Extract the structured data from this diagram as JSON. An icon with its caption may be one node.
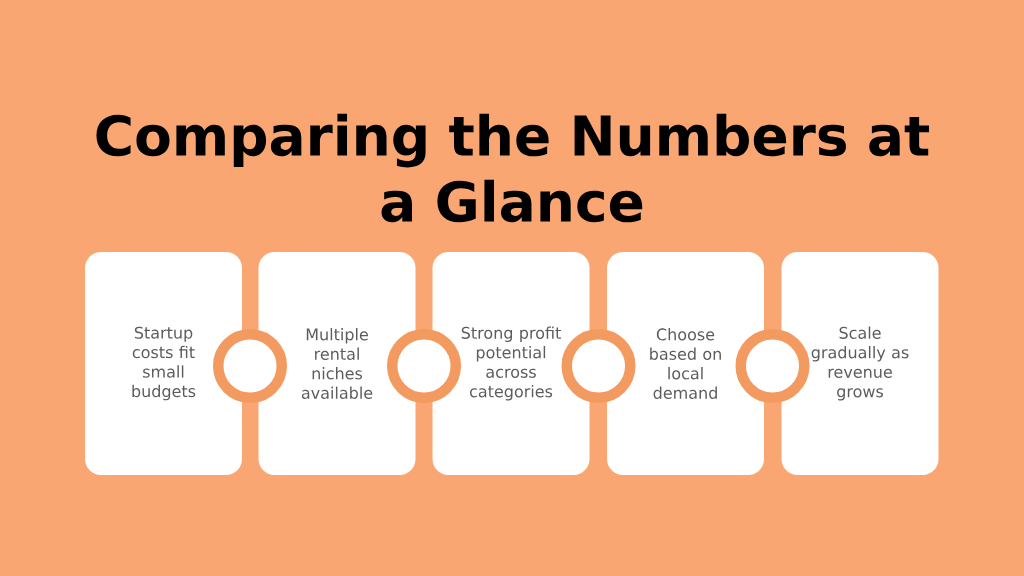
{
  "diagram": {
    "title": "Comparing the Numbers at a Glance",
    "nodes": [
      {
        "text": [
          "Startup costs fit small budgets"
        ]
      },
      {
        "text": [],
        "shape": "circle"
      },
      {
        "text": [
          "Multiple rental niches available"
        ]
      },
      {
        "text": [],
        "shape": "circle"
      },
      {
        "text": [
          "Strong profit potential across categories"
        ]
      },
      {
        "text": [],
        "shape": "circle"
      },
      {
        "text": [
          "Choose based on local demand"
        ]
      },
      {
        "text": [],
        "shape": "circle"
      },
      {
        "text": [
          "Scale gradually as revenue grows"
        ]
      }
    ]
  }
}
